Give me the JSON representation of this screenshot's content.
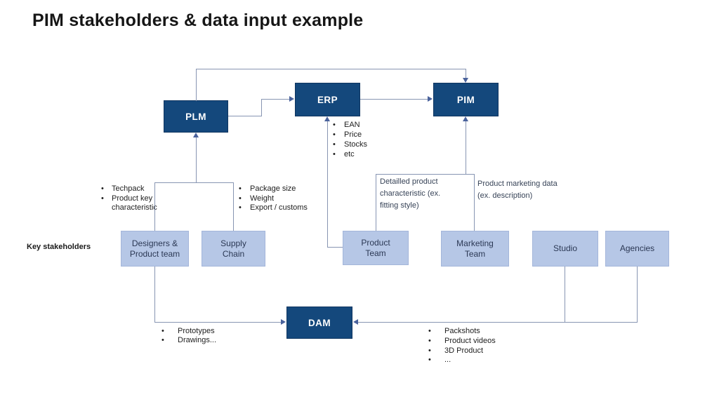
{
  "title": "PIM stakeholders & data input example",
  "legend": {
    "key_stakeholders": "Key stakeholders"
  },
  "colors": {
    "dark_box": "#14487c",
    "light_box": "#b6c7e6",
    "line": "#8795b2",
    "arrow": "#4a629c"
  },
  "systems": {
    "plm": {
      "label": "PLM"
    },
    "erp": {
      "label": "ERP"
    },
    "pim": {
      "label": "PIM"
    },
    "dam": {
      "label": "DAM"
    }
  },
  "stakeholders": {
    "designers": {
      "label": "Designers & Product team"
    },
    "supply_chain": {
      "label": "Supply Chain"
    },
    "product_team": {
      "label": "Product Team"
    },
    "marketing_team": {
      "label": "Marketing Team"
    },
    "studio": {
      "label": "Studio"
    },
    "agencies": {
      "label": "Agencies"
    }
  },
  "inputs": {
    "designers_to_plm": {
      "items": [
        "Techpack",
        "Product key characteristic"
      ]
    },
    "supply_chain_to_plm": {
      "items": [
        "Package size",
        "Weight",
        "Export / customs"
      ]
    },
    "erp_to_pim": {
      "items": [
        "EAN",
        "Price",
        "Stocks",
        "etc"
      ]
    },
    "designers_to_dam": {
      "items": [
        "Prototypes",
        "Drawings..."
      ]
    },
    "studio_agencies_to_dam": {
      "items": [
        "Packshots",
        "Product videos",
        "3D Product",
        "..."
      ]
    }
  },
  "notes": {
    "product_team_to_pim": "Detailled product characteristic (ex. fitting style)",
    "marketing_team_to_pim": "Product marketing data (ex. description)"
  }
}
